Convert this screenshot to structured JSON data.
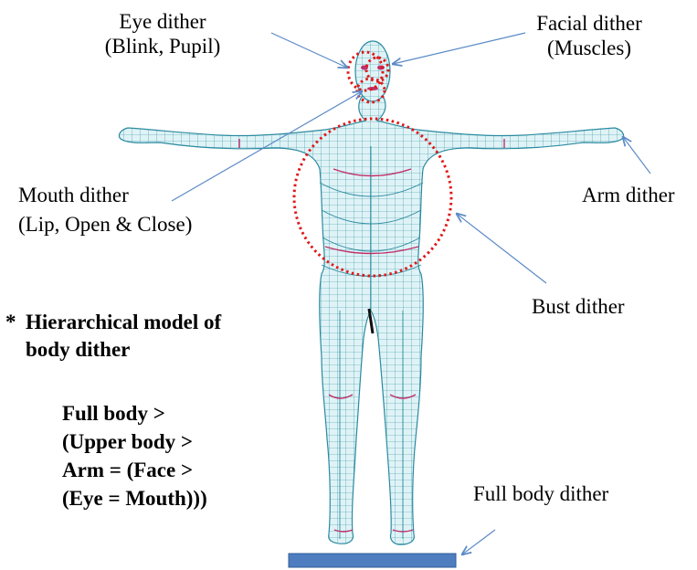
{
  "labels": {
    "eye": {
      "line1": "Eye dither",
      "line2": "(Blink, Pupil)"
    },
    "facial": {
      "line1": "Facial dither",
      "line2": "(Muscles)"
    },
    "mouth": {
      "line1": "Mouth dither",
      "line2": "(Lip, Open & Close)"
    },
    "arm": "Arm dither",
    "bust": "Bust dither",
    "fullbody": "Full body dither"
  },
  "note": {
    "marker": "*",
    "title_line1": "Hierarchical model of",
    "title_line2": "body dither",
    "hierarchy": [
      "Full body >",
      "(Upper body >",
      "Arm = (Face >",
      "(Eye = Mouth)))"
    ]
  },
  "colors": {
    "mesh_fill": "#dff3f6",
    "mesh_line": "#2a8aa0",
    "mesh_accent": "#c0306a",
    "dither_circle": "#e01818",
    "arrow": "#5b8ac6",
    "base_plate": "#4f7ec0"
  }
}
